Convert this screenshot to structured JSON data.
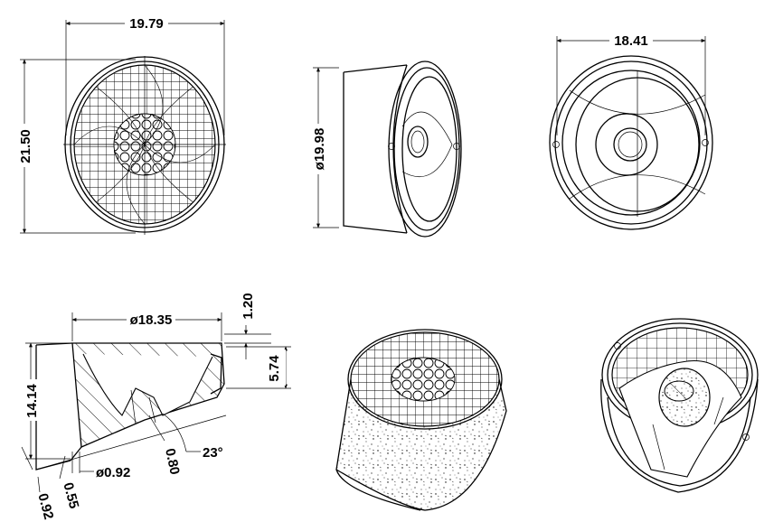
{
  "views": {
    "front": {
      "width": "19.79",
      "height": "21.50"
    },
    "side": {
      "diameter": "ø19.98"
    },
    "back": {
      "width": "18.41"
    },
    "section": {
      "top_diameter": "ø18.35",
      "rim_height": "1.20",
      "step_height": "5.74",
      "total_height": "14.14",
      "bottom_diameter": "ø0.92",
      "dim_a": "0.80",
      "angle": "23°",
      "dim_b": "0.55",
      "dim_c": "0.92"
    }
  }
}
